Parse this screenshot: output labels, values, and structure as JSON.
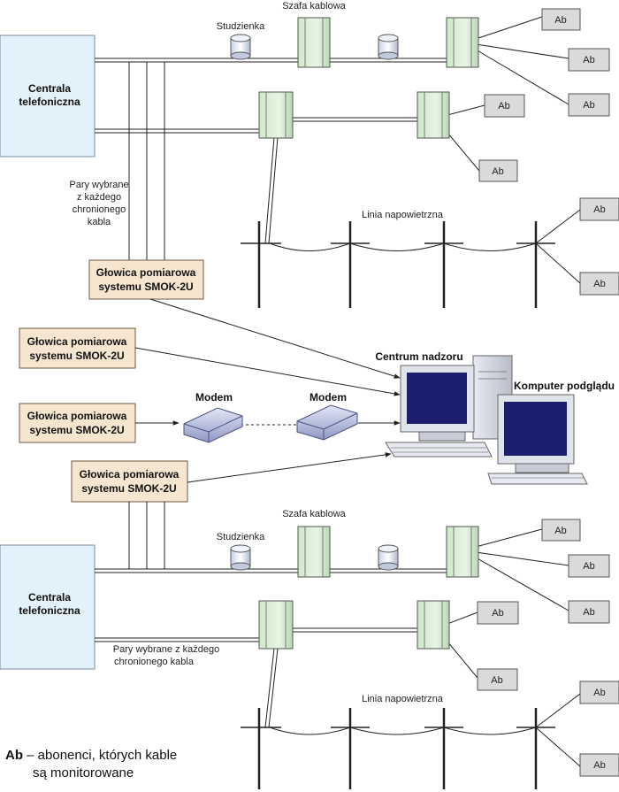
{
  "labels": {
    "szafa_top": "Szafa kablowa",
    "studzienka_top": "Studzienka",
    "centrala_top_1": "Centrala",
    "centrala_top_2": "telefoniczna",
    "pary_top_1": "Pary wybrane",
    "pary_top_2": "z każdego",
    "pary_top_3": "chronionego",
    "pary_top_4": "kabla",
    "linia_top": "Linia napowietrzna",
    "glowica_1a": "Głowica pomiarowa",
    "glowica_1b": "systemu SMOK-2U",
    "glowica_2a": "Głowica pomiarowa",
    "glowica_2b": "systemu SMOK-2U",
    "glowica_3a": "Głowica pomiarowa",
    "glowica_3b": "systemu SMOK-2U",
    "glowica_4a": "Głowica pomiarowa",
    "glowica_4b": "systemu SMOK-2U",
    "modem_1": "Modem",
    "modem_2": "Modem",
    "centrum": "Centrum nadzoru",
    "komputer": "Komputer podglądu",
    "szafa_bot": "Szafa kablowa",
    "studzienka_bot": "Studzienka",
    "centrala_bot_1": "Centrala",
    "centrala_bot_2": "telefoniczna",
    "pary_bot_1": "Pary wybrane z każdego",
    "pary_bot_2": "chronionego kabla",
    "linia_bot": "Linia napowietrzna",
    "legend_key": "Ab",
    "legend_dash": " – abonenci, których kable",
    "legend_line2": "są monitorowane",
    "ab": "Ab"
  },
  "colors": {
    "centrala_fill": "#e3f1fb",
    "cabinet_fill": "#d8ecd4",
    "glowica_fill": "#f6e6cf",
    "ab_fill": "#dadada",
    "line": "#222222",
    "monitor_screen": "#1c1e6e"
  }
}
